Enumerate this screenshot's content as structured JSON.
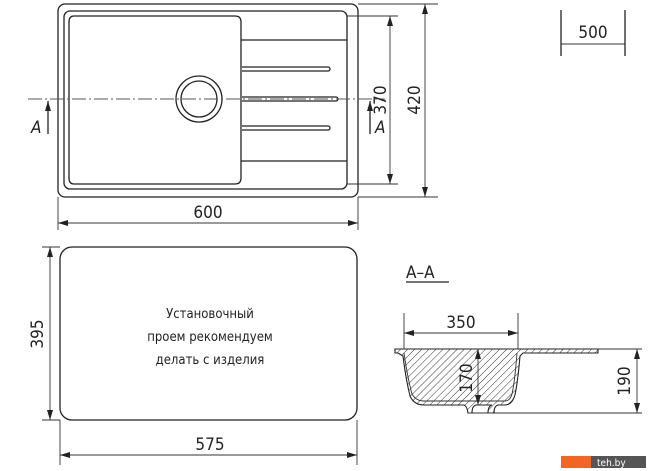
{
  "scale_label": "500",
  "top_view": {
    "dim_width": "600",
    "dim_bowl_height": "370",
    "dim_height": "420",
    "section_mark": "A"
  },
  "cutout": {
    "dim_height": "395",
    "dim_width": "575",
    "note_lines": [
      "Установочный",
      "проем рекомендуем",
      "делать с изделия"
    ]
  },
  "section": {
    "title": "A–A",
    "dim_bowl_width": "350",
    "dim_depth": "170",
    "dim_total_depth": "190"
  },
  "watermark": {
    "text": "teh.by",
    "accent": "#f26522",
    "bg": "#555555"
  }
}
